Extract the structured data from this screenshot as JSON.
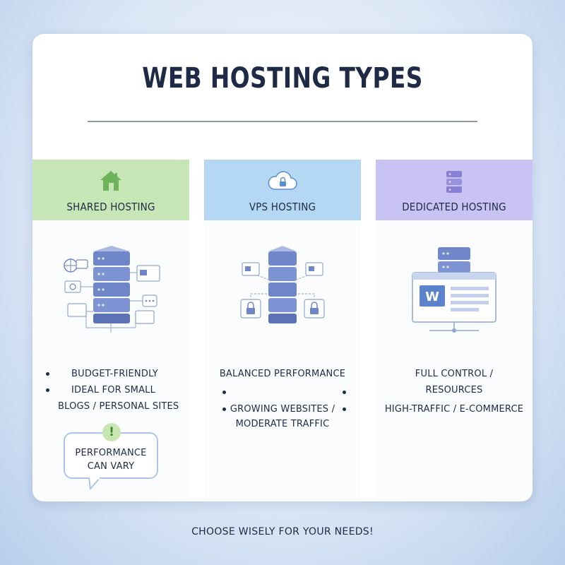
{
  "title": "WEB HOSTING TYPES",
  "columns": [
    {
      "label": "SHARED HOSTING",
      "icon": "house-icon",
      "accent": "#c7e6b5",
      "items": [
        "BUDGET-FRIENDLY",
        "IDEAL FOR SMALL",
        "BLOGS / PERSONAL SITES"
      ],
      "callout": {
        "line1": "PERFORMANCE",
        "line2": "CAN VARY",
        "icon": "exclamation-icon"
      }
    },
    {
      "label": "VPS HOSTING",
      "icon": "cloud-lock-icon",
      "accent": "#b4d8f4",
      "items": [
        "BALANCED PERFORMANCE",
        "GROWING WEBSITES /",
        "MODERATE TRAFFIC"
      ]
    },
    {
      "label": "DEDICATED HOSTING",
      "icon": "server-stack-icon",
      "accent": "#c8c3f2",
      "items": [
        "FULL CONTROL /",
        "RESOURCES",
        "HIGH-TRAFFIC / E-COMMERCE"
      ]
    }
  ],
  "footer": "CHOOSE WISELY FOR YOUR NEEDS!"
}
